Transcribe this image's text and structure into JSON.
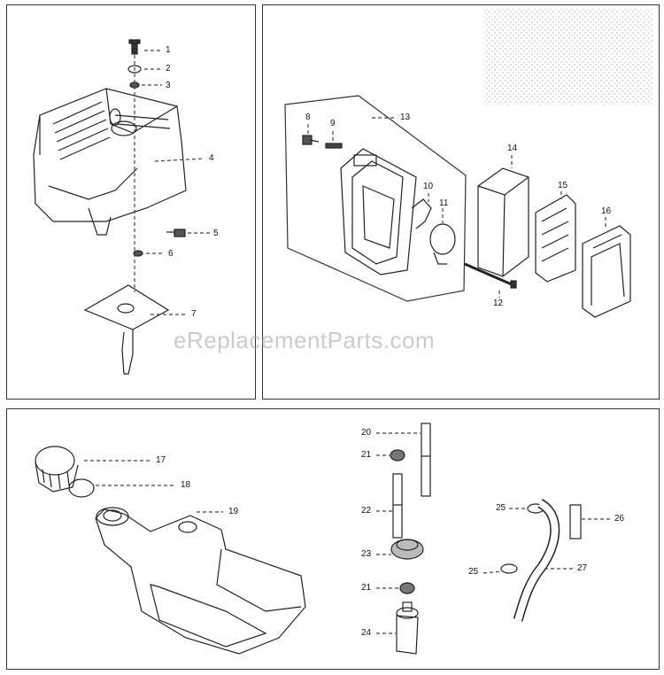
{
  "watermark": "eReplacementParts.com",
  "callouts": {
    "p1": "1",
    "p2": "2",
    "p3": "3",
    "p4": "4",
    "p5": "5",
    "p6": "6",
    "p7": "7",
    "p8": "8",
    "p9": "9",
    "p10": "10",
    "p11": "11",
    "p12": "12",
    "p13": "13",
    "p14": "14",
    "p15": "15",
    "p16": "16",
    "p17": "17",
    "p18": "18",
    "p19": "19",
    "p20": "20",
    "p21a": "21",
    "p21b": "21",
    "p22": "22",
    "p23": "23",
    "p24": "24",
    "p25a": "25",
    "p25b": "25",
    "p26": "26",
    "p27": "27"
  }
}
